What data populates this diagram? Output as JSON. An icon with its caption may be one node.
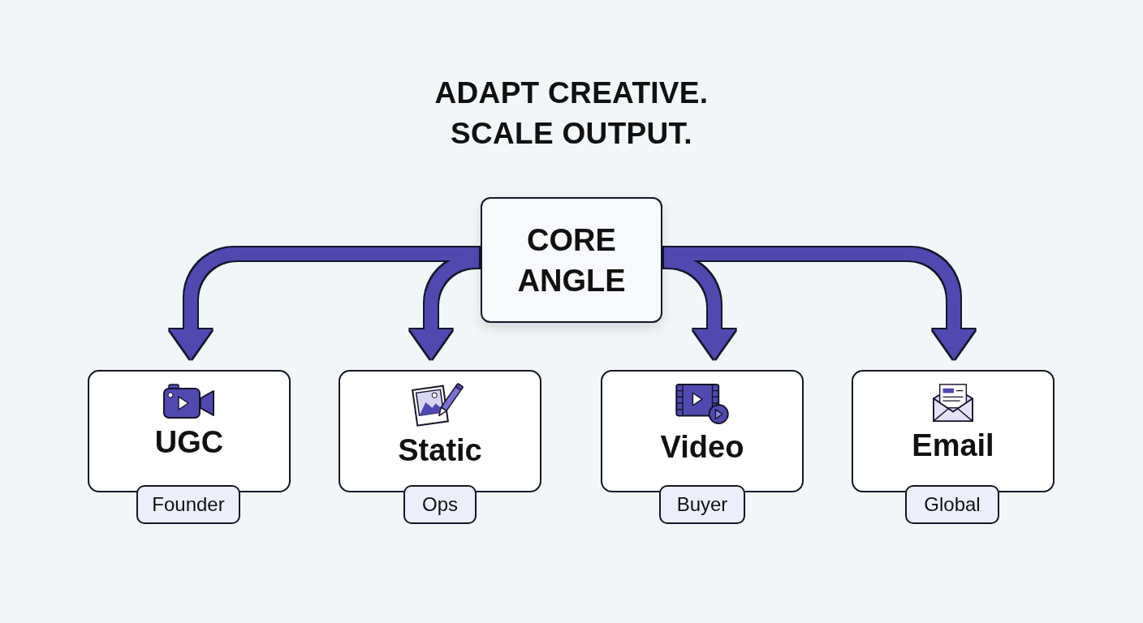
{
  "diagram": {
    "title": "ADAPT CREATIVE. SCALE OUTPUT.",
    "nodes": [
      {
        "text": [
          "CORE ANGLE"
        ]
      },
      {
        "text": [
          "UGC"
        ]
      },
      {
        "text": [
          "Founder"
        ]
      },
      {
        "text": [
          "Static"
        ]
      },
      {
        "text": [
          "Ops"
        ]
      },
      {
        "text": [
          "Video"
        ]
      },
      {
        "text": [
          "Buyer"
        ]
      },
      {
        "text": [
          "Email"
        ]
      },
      {
        "text": [
          "Global"
        ]
      }
    ],
    "edges": [
      {
        "from": 0,
        "to": 1,
        "arrow": "to"
      },
      {
        "from": 0,
        "to": 3,
        "arrow": "to"
      },
      {
        "from": 0,
        "to": 5,
        "arrow": "to"
      },
      {
        "from": 0,
        "to": 7,
        "arrow": "to"
      }
    ]
  }
}
